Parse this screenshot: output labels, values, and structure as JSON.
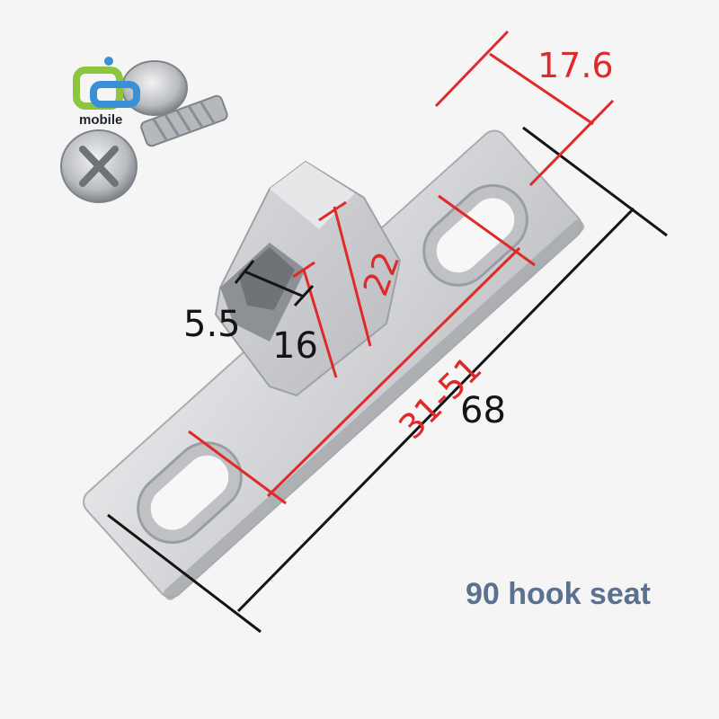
{
  "logo": {
    "text": "mobile",
    "colors": {
      "green": "#8cc63f",
      "blue": "#3a8fd6"
    }
  },
  "dimensions": {
    "overall_length": "68",
    "width": "17.6",
    "hook_height": "22",
    "inner_height": "16",
    "slot_gap": "5.5",
    "hole_spacing": "31-51"
  },
  "caption": "90 hook seat",
  "colors": {
    "dimension_black": "#141414",
    "dimension_red": "#e02a2a",
    "caption": "#5a7290",
    "metal_light": "#dadbdd",
    "metal_mid": "#c3c5c8",
    "metal_dark": "#9fa2a6"
  }
}
